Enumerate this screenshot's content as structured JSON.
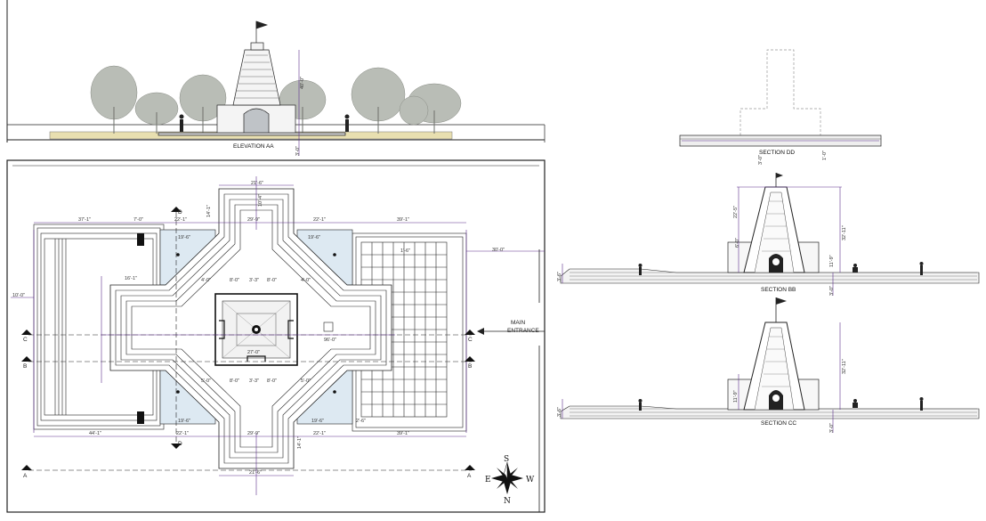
{
  "elevation": {
    "caption": "ELEVATION AA",
    "dims": [
      "40'-0\"",
      "3'-0\""
    ]
  },
  "sections": {
    "dd": {
      "caption": "SECTION DD",
      "dims": [
        "3'-0\"",
        "1'-0\""
      ]
    },
    "bb": {
      "caption": "SECTION BB",
      "dims": [
        "22'-5\"",
        "32'-11\"",
        "6'-0\"",
        "11'-9\"",
        "3'-0\"",
        "3'-6\""
      ]
    },
    "cc": {
      "caption": "SECTION CC",
      "dims": [
        "32'-11\"",
        "11'-9\"",
        "3'-0\"",
        "3'-6\""
      ]
    }
  },
  "plan": {
    "main_entrance": [
      "MAIN",
      "ENTRANCE"
    ],
    "section_markers": {
      "a": "A",
      "b": "B",
      "c": "C",
      "d": "D"
    },
    "dims": {
      "top_width": "21'-6\"",
      "left_width": "37'-1\"",
      "right_width": "39'-1\"",
      "cross_width": "22'-1\"",
      "cross_inner": "29'-9\"",
      "court": "19'-6\"",
      "sanctum": "8'-0\"",
      "inner": "27'-0\"",
      "total_len": "96'-0\"",
      "entrance_len": "30'-0\"",
      "left_offset": "10'-0\"",
      "bottom_left": "44'-1\"",
      "bottom_right": "39'-1\"",
      "bottom_width": "21'-6\"",
      "bottom_cross": "22'-1\"",
      "bottom_inner": "29'-9\"",
      "step": "7'-0\"",
      "small": "3'-3\"",
      "sm2": "4'-0\"",
      "sm3": "5'-0\"",
      "sm4": "16'-1\"",
      "sm5": "1'-6\"",
      "sm6": "2'-6\"",
      "sm7": "14'-1\"",
      "sm8": "10'-4\""
    }
  },
  "compass": {
    "n": "N",
    "s": "S",
    "e": "E",
    "w": "W"
  },
  "colors": {
    "line": "#1a1a1a",
    "dimension": "#5b2d8c",
    "water": "#dde9f2",
    "tree": "#b9bdb6",
    "ground": "#e8dfb0"
  }
}
